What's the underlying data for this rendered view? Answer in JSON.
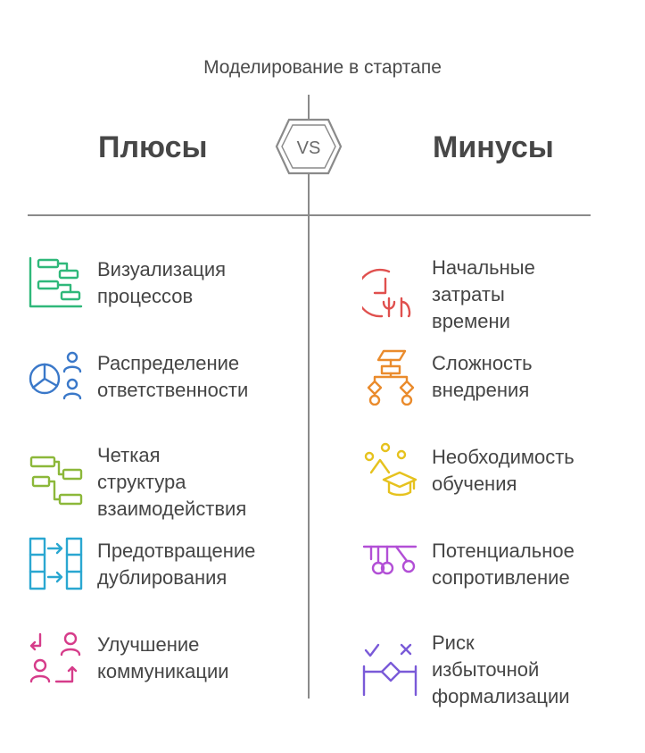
{
  "title": "Моделирование в стартапе",
  "pros_heading": "Плюсы",
  "cons_heading": "Минусы",
  "vs_label": "VS",
  "colors": {
    "line": "#8a8a8a",
    "green": "#2fb87a",
    "blue": "#3a78c9",
    "lime": "#8cb83a",
    "cyan": "#2aa7d1",
    "pink": "#d63c8a",
    "red": "#e0504e",
    "orange": "#ea8b2c",
    "yellow": "#e6c21e",
    "purple": "#b24fd6",
    "violet": "#7a5ad8"
  },
  "pros": [
    {
      "label": "Визуализация\nпроцессов",
      "icon": "gantt-chart-icon"
    },
    {
      "label": "Распределение\nответственности",
      "icon": "pie-chart-people-icon"
    },
    {
      "label": "Четкая\nструктура\nвзаимодействия",
      "icon": "structure-flow-icon"
    },
    {
      "label": "Предотвращение\nдублирования",
      "icon": "transfer-columns-icon"
    },
    {
      "label": "Улучшение\nкоммуникации",
      "icon": "people-exchange-icon"
    }
  ],
  "cons": [
    {
      "label": "Начальные\nзатраты\nвремени",
      "icon": "clock-time-icon"
    },
    {
      "label": "Сложность\nвнедрения",
      "icon": "flowchart-icon"
    },
    {
      "label": "Необходимость\nобучения",
      "icon": "graduation-cap-icon"
    },
    {
      "label": "Потенциальное\nсопротивление",
      "icon": "pendulum-icon"
    },
    {
      "label": "Риск\nизбыточной\nформализации",
      "icon": "decision-check-cross-icon"
    }
  ]
}
